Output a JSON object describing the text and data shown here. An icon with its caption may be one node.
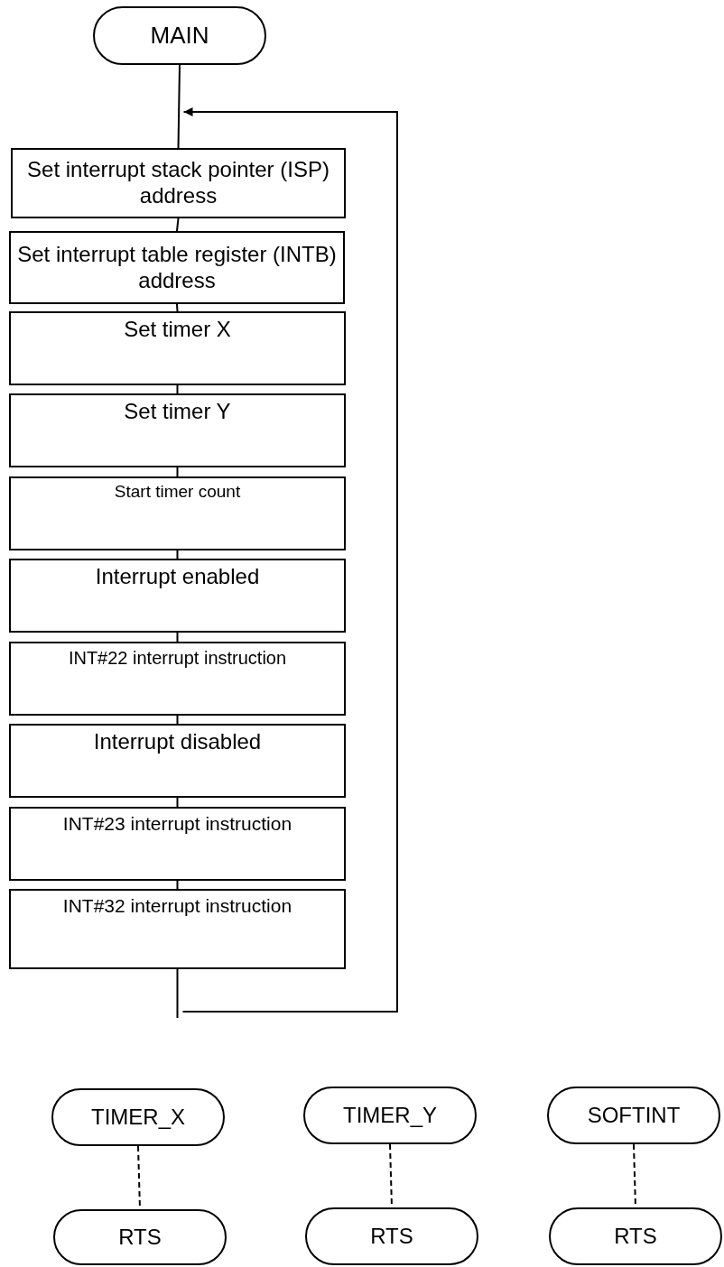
{
  "diagram": {
    "nodes": [
      {
        "text": [
          "MAIN"
        ]
      },
      {
        "text": [
          "Set interrupt stack pointer (ISP) address"
        ]
      },
      {
        "text": [
          "Set interrupt table register (INTB) address"
        ]
      },
      {
        "text": [
          "Set timer X"
        ]
      },
      {
        "text": [
          "Set timer Y"
        ]
      },
      {
        "text": [
          "Start timer count"
        ]
      },
      {
        "text": [
          "Interrupt enabled"
        ]
      },
      {
        "text": [
          "INT#22 interrupt instruction"
        ]
      },
      {
        "text": [
          "Interrupt disabled"
        ]
      },
      {
        "text": [
          "INT#23 interrupt instruction"
        ]
      },
      {
        "text": [
          "INT#32 interrupt instruction"
        ]
      },
      {
        "text": [
          "TIMER_X"
        ]
      },
      {
        "text": [
          "RTS"
        ]
      },
      {
        "text": [
          "TIMER_Y"
        ]
      },
      {
        "text": [
          "RTS"
        ]
      },
      {
        "text": [
          "SOFTINT"
        ]
      },
      {
        "text": [
          "RTS"
        ]
      }
    ],
    "edges": [
      {
        "from": 0,
        "to": 1,
        "arrow": "none"
      },
      {
        "from": 1,
        "to": 2,
        "arrow": "none"
      },
      {
        "from": 2,
        "to": 3,
        "arrow": "none"
      },
      {
        "from": 3,
        "to": 4,
        "arrow": "none"
      },
      {
        "from": 4,
        "to": 5,
        "arrow": "none"
      },
      {
        "from": 5,
        "to": 6,
        "arrow": "none"
      },
      {
        "from": 6,
        "to": 7,
        "arrow": "none"
      },
      {
        "from": 7,
        "to": 8,
        "arrow": "none"
      },
      {
        "from": 8,
        "to": 9,
        "arrow": "none"
      },
      {
        "from": 9,
        "to": 10,
        "arrow": "none"
      },
      {
        "from": 10,
        "to": 1,
        "arrow": "to"
      },
      {
        "from": 11,
        "to": 12,
        "arrow": "none",
        "style": "dashed"
      },
      {
        "from": 13,
        "to": 14,
        "arrow": "none",
        "style": "dashed"
      },
      {
        "from": 15,
        "to": 16,
        "arrow": "none",
        "style": "dashed"
      }
    ]
  }
}
